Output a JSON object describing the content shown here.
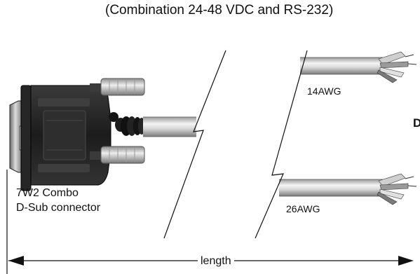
{
  "subtitle": "(Combination 24-48 VDC and RS-232)",
  "wires": [
    {
      "gauge": "14AWG"
    },
    {
      "gauge": "26AWG"
    }
  ],
  "connector": {
    "line1": "7W2 Combo",
    "line2": "D-Sub connector"
  },
  "dimension": {
    "label": "length"
  },
  "cut_label": "D",
  "colors": {
    "cable_light": "#f2f2f2",
    "cable_dark": "#8c8c8c",
    "connector_body": "#2b2b2b",
    "outline": "#111111"
  }
}
